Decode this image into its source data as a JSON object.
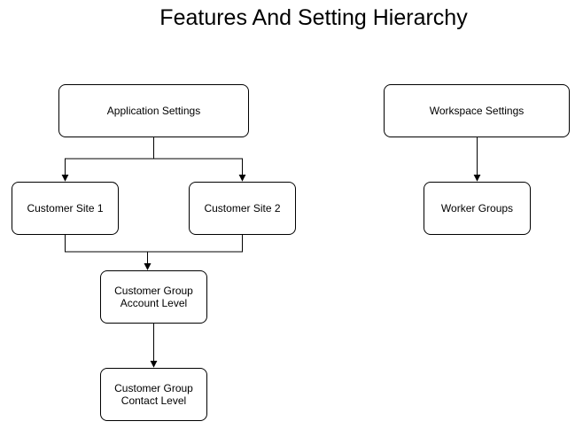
{
  "diagram": {
    "title": "Features And Setting Hierarchy",
    "nodes": {
      "application_settings": {
        "lines": [
          "Application Settings"
        ]
      },
      "workspace_settings": {
        "lines": [
          "Workspace Settings"
        ]
      },
      "customer_site_1": {
        "lines": [
          "Customer Site 1"
        ]
      },
      "customer_site_2": {
        "lines": [
          "Customer Site 2"
        ]
      },
      "worker_groups": {
        "lines": [
          "Worker Groups"
        ]
      },
      "customer_group_account": {
        "lines": [
          "Customer Group",
          "Account Level"
        ]
      },
      "customer_group_contact": {
        "lines": [
          "Customer Group",
          "Contact Level"
        ]
      }
    },
    "edges": [
      {
        "from": "application_settings",
        "to": "customer_site_1"
      },
      {
        "from": "application_settings",
        "to": "customer_site_2"
      },
      {
        "from": "customer_site_1",
        "to": "customer_group_account"
      },
      {
        "from": "customer_site_2",
        "to": "customer_group_account"
      },
      {
        "from": "customer_group_account",
        "to": "customer_group_contact"
      },
      {
        "from": "workspace_settings",
        "to": "worker_groups"
      }
    ],
    "colors": {
      "stroke": "#000000",
      "fill": "#ffffff",
      "text": "#000000"
    }
  }
}
